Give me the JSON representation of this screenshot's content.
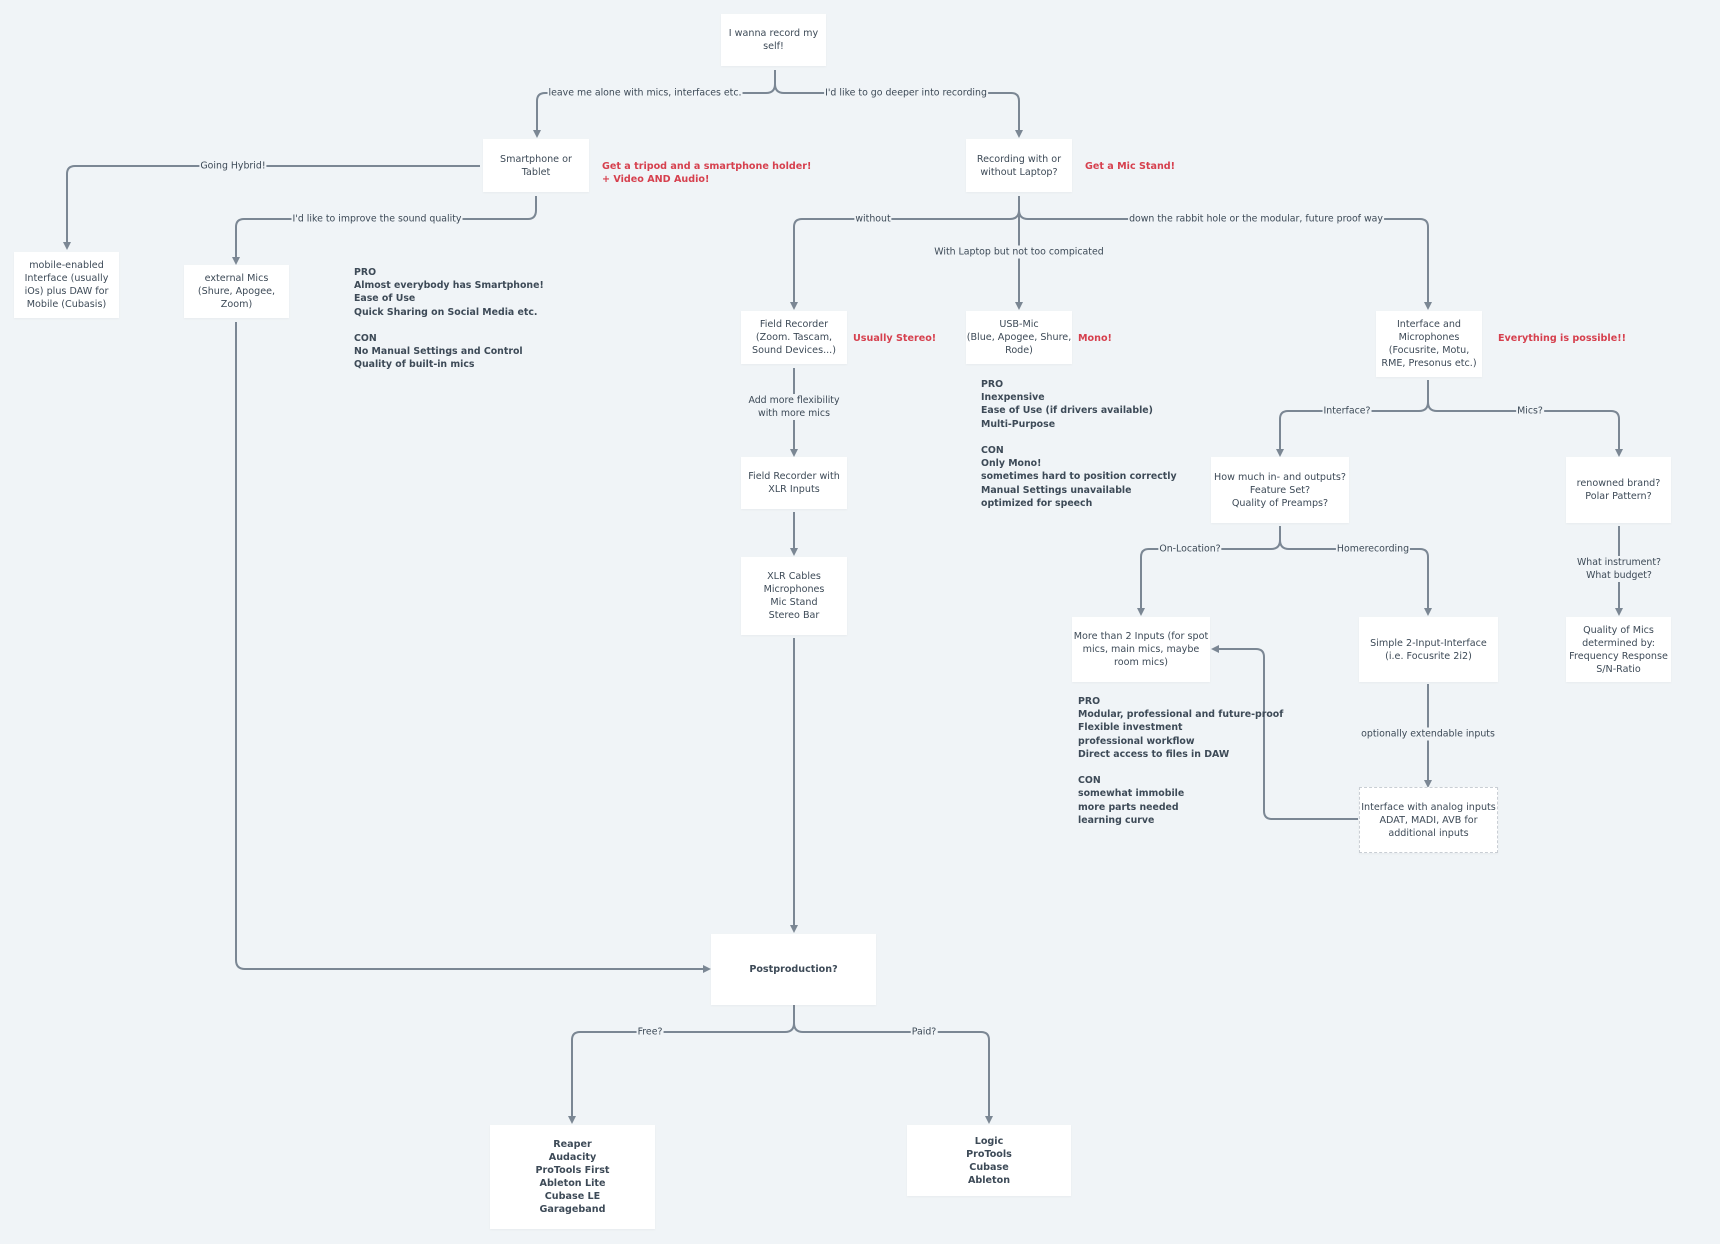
{
  "nodes": {
    "start": "I wanna record my\nself!",
    "smartphone": "Smartphone or\nTablet",
    "recording_laptop": "Recording with or\nwithout Laptop?",
    "mobile_interface": "mobile-enabled\nInterface (usually\niOs) plus DAW for\nMobile (Cubasis)",
    "external_mics": "external Mics\n(Shure, Apogee,\nZoom)",
    "field_recorder": "Field Recorder\n(Zoom. Tascam,\nSound Devices...)",
    "usb_mic": "USB-Mic\n(Blue, Apogee, Shure,\nRode)",
    "interface_mics": "Interface and\nMicrophones\n(Focusrite, Motu,\nRME, Presonus etc.)",
    "field_recorder_xlr": "Field Recorder with\nXLR Inputs",
    "xlr_cables": "XLR Cables\nMicrophones\nMic Stand\nStereo Bar",
    "how_much_io": "How much in- and outputs?\nFeature Set?\nQuality of Preamps?",
    "renowned_brand": "renowned brand?\nPolar Pattern?",
    "more_inputs": "More than 2 Inputs (for spot\nmics, main mics, maybe\nroom mics)",
    "simple_interface": "Simple 2-Input-Interface\n(i.e. Focusrite 2i2)",
    "quality_mics": "Quality of Mics\ndetermined by:\nFrequency Response\nS/N-Ratio",
    "analog_interface": "Interface with analog inputs\nADAT, MADI, AVB for\nadditional inputs",
    "postproduction": "Postproduction?",
    "free_daws": "Reaper\nAudacity\nProTools First\nAbleton Lite\nCubase LE\nGarageband",
    "paid_daws": "Logic\nProTools\nCubase\nAbleton"
  },
  "edge_labels": {
    "leave_alone": "leave me alone with mics, interfaces etc.",
    "go_deeper": "I'd like to go deeper into recording",
    "going_hybrid": "Going Hybrid!",
    "improve_sound": "I'd like to improve the sound quality",
    "without": "without",
    "with_laptop": "With Laptop but not too compicated",
    "rabbit_hole": "down the rabbit hole or the modular, future proof way",
    "add_flexibility": "Add more flexibility\nwith more mics",
    "interface_q": "Interface?",
    "mics_q": "Mics?",
    "on_location": "On-Location?",
    "homerecording": "Homerecording",
    "what_instrument": "What instrument?\nWhat budget?",
    "optionally_extendable": "optionally extendable inputs",
    "free": "Free?",
    "paid": "Paid?"
  },
  "notes": {
    "smartphone_pro_con": "PRO\nAlmost everybody has Smartphone!\nEase of Use\nQuick Sharing on Social Media etc.\n\nCON\nNo Manual Settings and Control\nQuality of built-in mics",
    "usb_pro_con": "PRO\nInexpensive\nEase of Use (if drivers available)\nMulti-Purpose\n\nCON\nOnly Mono!\nsometimes hard to position correctly\nManual Settings unavailable\noptimized for speech",
    "interface_pro_con": "PRO\nModular, professional and future-proof\nFlexible investment\nprofessional workflow\nDirect access to files in DAW\n\nCON\nsomewhat immobile\nmore parts needed\nlearning curve"
  },
  "highlights": {
    "tripod": "Get a tripod and a smartphone holder!\n+ Video AND Audio!",
    "mic_stand": "Get a Mic Stand!",
    "usually_stereo": "Usually Stereo!",
    "mono": "Mono!",
    "everything_possible": "Everything is possible!!"
  },
  "colors": {
    "background": "#f0f4f7",
    "node": "#ffffff",
    "edge": "#7b8794",
    "text": "#3d4a57",
    "highlight": "#d6404e"
  }
}
